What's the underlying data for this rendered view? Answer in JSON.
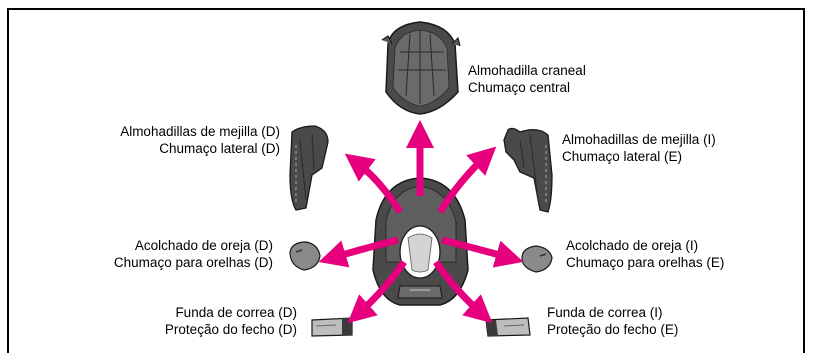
{
  "labels": {
    "crown": {
      "es": "Almohadilla craneal",
      "pt": "Chumaço central"
    },
    "cheek_right": {
      "es": "Almohadillas de mejilla (D)",
      "pt": "Chumaço lateral (D)"
    },
    "cheek_left": {
      "es": "Almohadillas de mejilla (I)",
      "pt": "Chumaço lateral (E)"
    },
    "ear_right": {
      "es": "Acolchado de oreja (D)",
      "pt": "Chumaço para orelhas (D)"
    },
    "ear_left": {
      "es": "Acolchado de oreja (I)",
      "pt": "Chumaço para orelhas (E)"
    },
    "strap_right": {
      "es": "Funda de correa (D)",
      "pt": "Proteção do fecho (D)"
    },
    "strap_left": {
      "es": "Funda de correa (I)",
      "pt": "Proteção do fecho (E)"
    }
  },
  "colors": {
    "arrow": "#e6007e",
    "pad_dark": "#4a4a4a",
    "pad_mid": "#8a8a8a",
    "pad_light": "#bdbdbd"
  }
}
